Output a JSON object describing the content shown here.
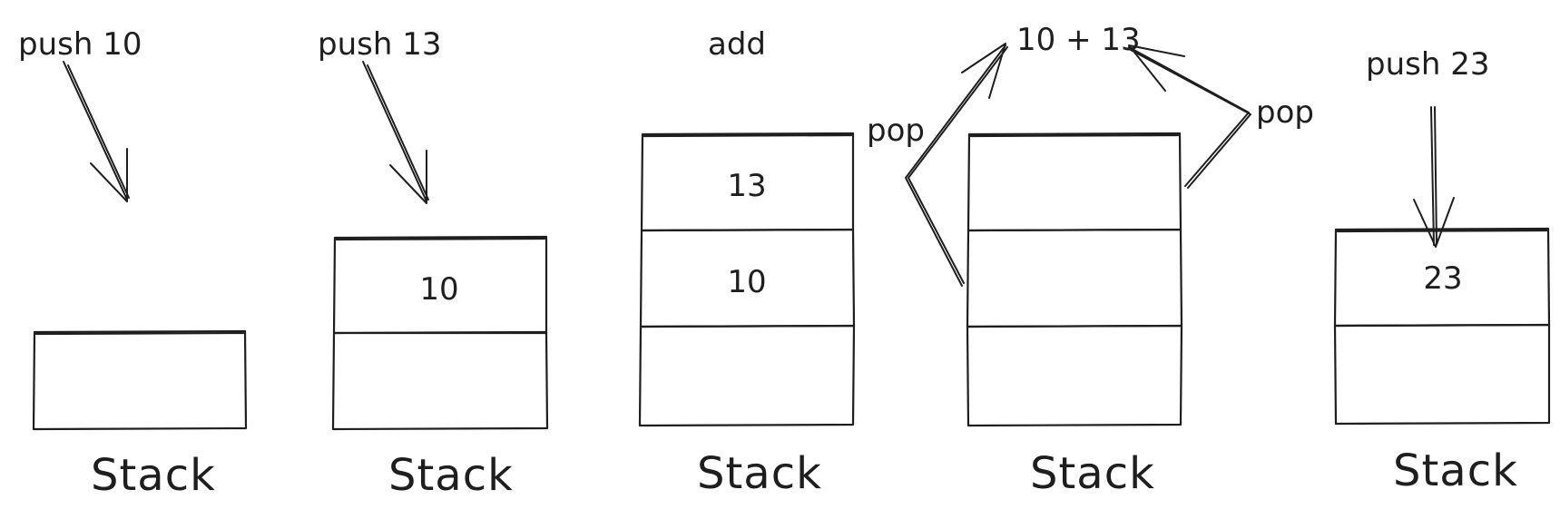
{
  "diagram": {
    "stacks": [
      {
        "caption": "Stack",
        "op": "push 10",
        "cells": [
          ""
        ]
      },
      {
        "caption": "Stack",
        "op": "push 13",
        "cells": [
          "10",
          ""
        ]
      },
      {
        "caption": "Stack",
        "op": "add",
        "cells": [
          "13",
          "10",
          ""
        ]
      },
      {
        "caption": "Stack",
        "op": "",
        "cells": [
          "",
          "",
          ""
        ]
      },
      {
        "caption": "Stack",
        "op": "push 23",
        "cells": [
          "23",
          ""
        ]
      }
    ],
    "expression": "10 + 13",
    "pop_left": "pop",
    "pop_right": "pop",
    "stroke_color": "#1e1e1e"
  }
}
